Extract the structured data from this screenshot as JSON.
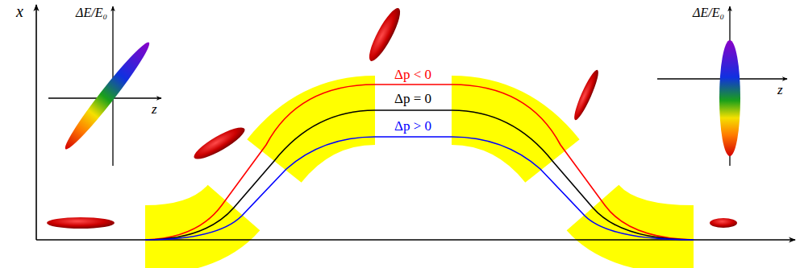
{
  "diagram": {
    "labels": [
      "x",
      "ΔE/E₀",
      "z",
      "Δp < 0",
      "Δp = 0",
      "Δp > 0",
      "ΔE/E₀",
      "z"
    ]
  }
}
